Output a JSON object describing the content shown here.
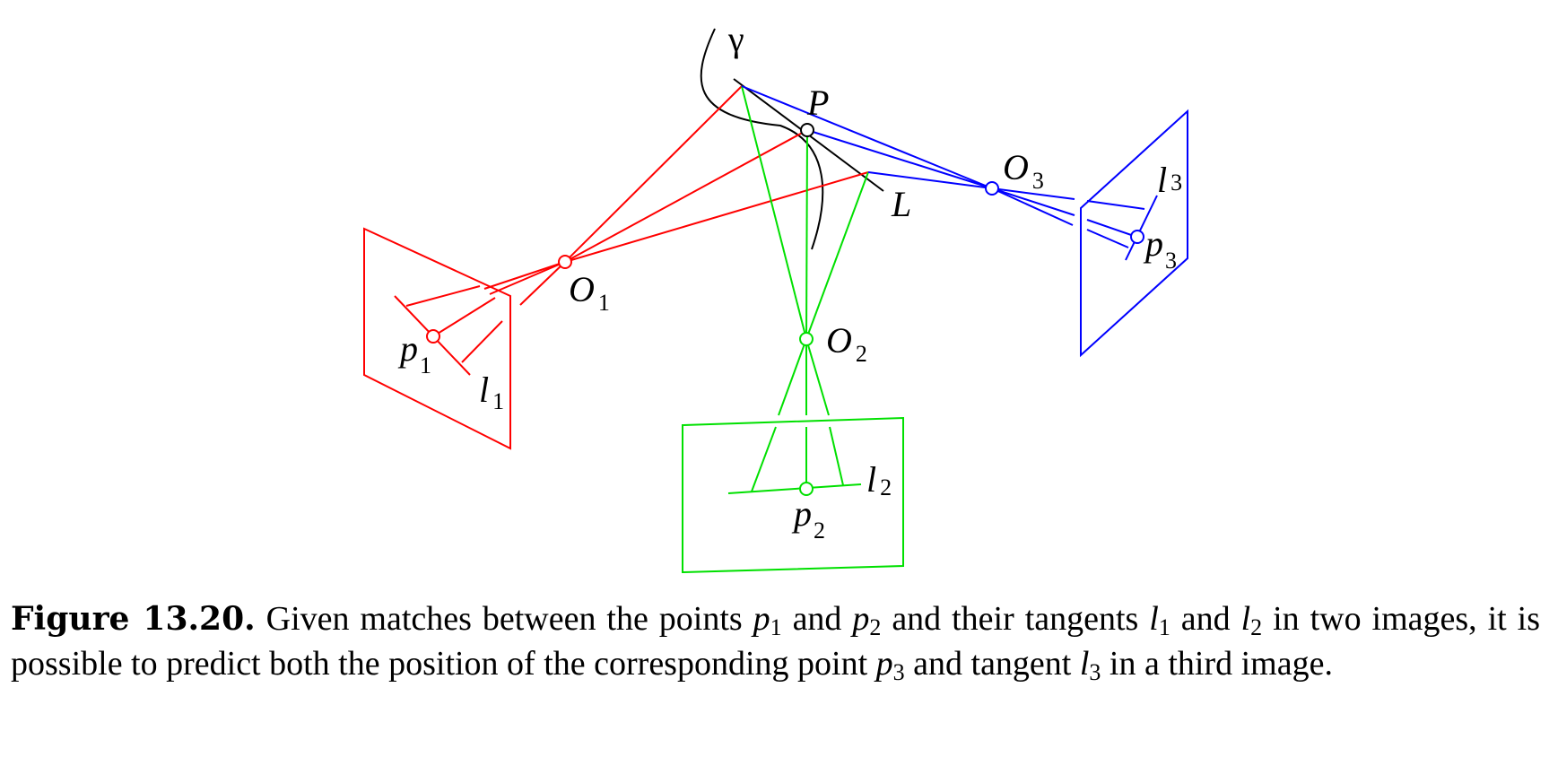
{
  "diagram": {
    "labels": {
      "gamma": "γ",
      "P": "P",
      "L": "L",
      "O1": "O",
      "O1_sub": "1",
      "O2": "O",
      "O2_sub": "2",
      "O3": "O",
      "O3_sub": "3",
      "p1": "p",
      "p1_sub": "1",
      "p2": "p",
      "p2_sub": "2",
      "p3": "p",
      "p3_sub": "3",
      "l1": "l",
      "l1_sub": "1",
      "l2": "l",
      "l2_sub": "2",
      "l3": "l",
      "l3_sub": "3"
    },
    "colors": {
      "camera1": "#ff0000",
      "camera2": "#00e000",
      "camera3": "#0000ff",
      "scene": "#000000"
    }
  },
  "caption": {
    "number": "Figure 13.20.",
    "t1": " Given matches between the points ",
    "v1": "p",
    "s1": "1",
    "t2": " and ",
    "v2": "p",
    "s2": "2",
    "t3": " and their tangents ",
    "v3": "l",
    "s3": "1",
    "t4": " and ",
    "v4": "l",
    "s4": "2",
    "t5": " in two images, it is possible to predict both the position of the corresponding point ",
    "v5": "p",
    "s5": "3",
    "t6": " and tangent ",
    "v6": "l",
    "s6": "3",
    "t7": " in a third image."
  }
}
